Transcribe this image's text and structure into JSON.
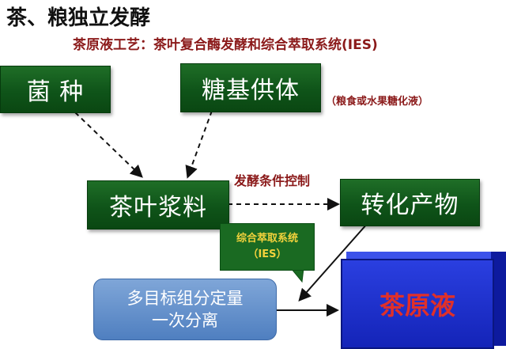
{
  "title": "茶、粮独立发酵",
  "subtitle": "茶原液工艺：茶叶复合酶发酵和综合萃取系统(IES)",
  "nodes": {
    "strain": "菌 种",
    "sugar_donor": "糖基供体",
    "sugar_note": "（粮食或水果糖化液）",
    "tea_slurry": "茶叶浆料",
    "conversion_product": "转化产物",
    "separation_line1": "多目标组分定量",
    "separation_line2": "一次分离",
    "tea_liquor": "茶原液"
  },
  "labels": {
    "fermentation_control": "发酵条件控制",
    "extraction_system": "综合萃取系统",
    "extraction_abbr": "（IES）"
  },
  "colors": {
    "green_box": "#0f5419",
    "dark_red_text": "#8b1a1a",
    "yellow_text": "#f2d23c",
    "red_text": "#e0302a",
    "blue_box": "#5a87c8",
    "navy_box": "#1424b8"
  }
}
